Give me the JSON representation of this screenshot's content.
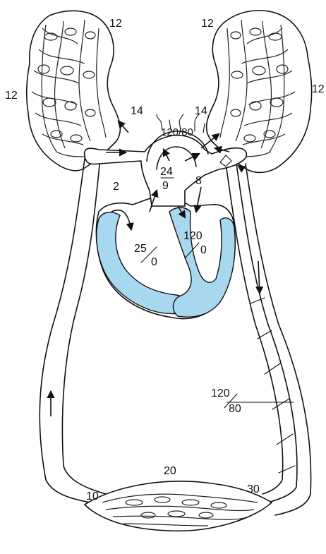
{
  "colors": {
    "myocardium": "#a8d8f0",
    "ink": "#111111",
    "background": "#ffffff"
  },
  "labels": {
    "lung_left_top": "12",
    "lung_right_top": "12",
    "lung_left_side": "12",
    "lung_right_side": "12",
    "pulm_artery_left": "14",
    "pulm_artery_right": "14",
    "aorta_arch": "120/80",
    "pulm_trunk_num": "24",
    "pulm_trunk_den": "9",
    "right_atrium": "2",
    "left_atrium": "8",
    "right_ventricle_num": "25",
    "right_ventricle_den": "0",
    "left_ventricle_num": "120",
    "left_ventricle_den": "0",
    "systemic_artery_num": "120",
    "systemic_artery_den": "80",
    "capillary_mid": "20",
    "vein_side": "10",
    "capillary_arterial": "30"
  }
}
